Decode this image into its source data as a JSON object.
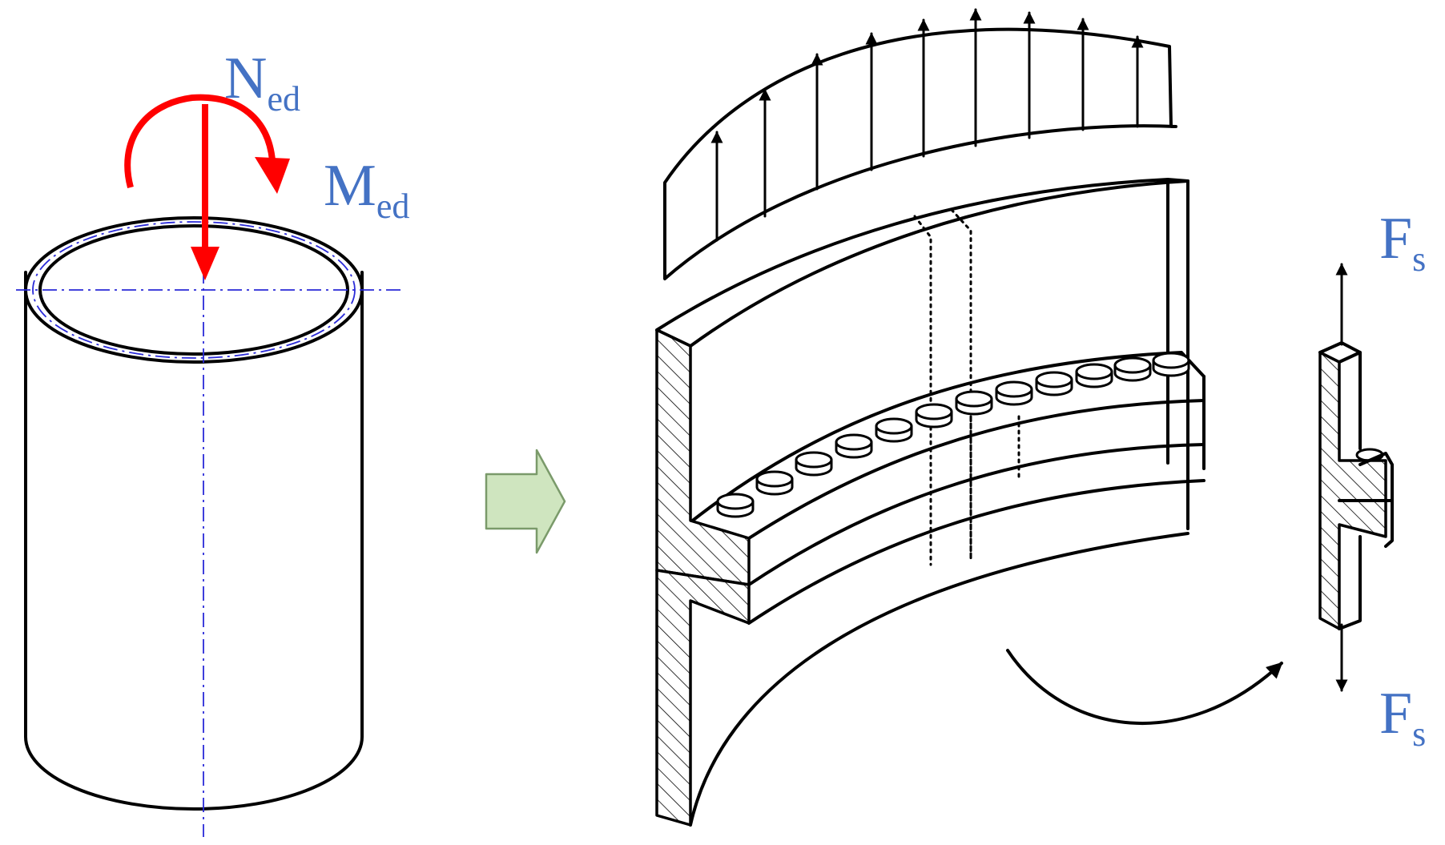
{
  "labels": {
    "axial_force": {
      "main": "N",
      "sub": "ed"
    },
    "moment": {
      "main": "M",
      "sub": "ed"
    },
    "bolt_force_top": {
      "main": "F",
      "sub": "s"
    },
    "bolt_force_bottom": {
      "main": "F",
      "sub": "s"
    }
  },
  "colors": {
    "label_blue": "#4472C4",
    "load_red": "#FF0000",
    "axis_blue": "#2A2AD8",
    "arrow_fill": "#CFE5BF",
    "arrow_stroke": "#7A9A6A",
    "line": "#000000"
  }
}
